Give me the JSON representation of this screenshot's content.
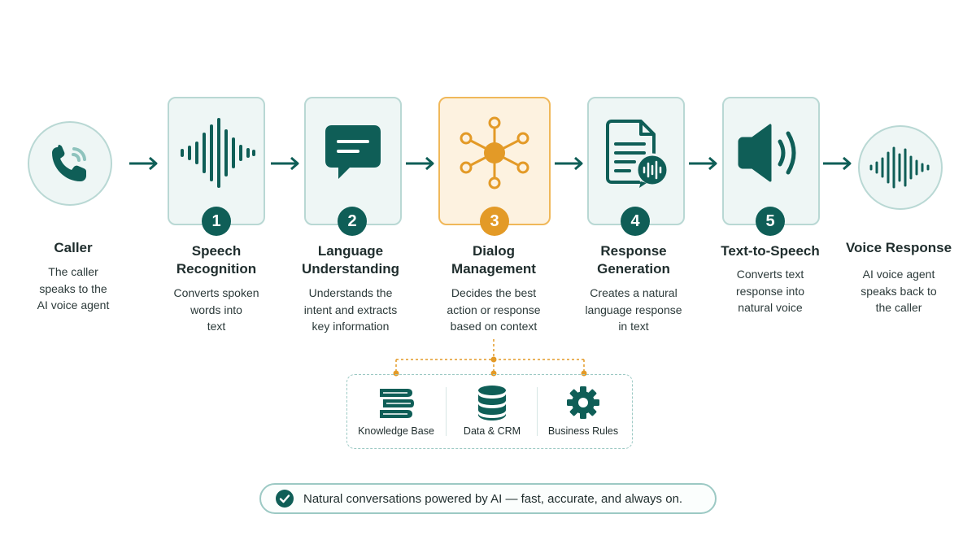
{
  "colors": {
    "primary": "#0f5e57",
    "accent": "#e39a27",
    "card_bg": "#eef6f5",
    "highlight_bg": "#fdf2e0"
  },
  "caller": {
    "icon": "phone-icon",
    "title": "Caller",
    "desc": [
      "The caller",
      "speaks to the",
      "AI voice agent"
    ]
  },
  "steps": [
    {
      "number": "1",
      "icon": "waveform-icon",
      "title": [
        "Speech",
        "Recognition"
      ],
      "desc": [
        "Converts spoken",
        "words into",
        "text"
      ]
    },
    {
      "number": "2",
      "icon": "chat-bubble-icon",
      "title": [
        "Language",
        "Understanding"
      ],
      "desc": [
        "Understands the",
        "intent and extracts",
        "key information"
      ]
    },
    {
      "number": "3",
      "icon": "network-hub-icon",
      "title": [
        "Dialog",
        "Management"
      ],
      "desc": [
        "Decides the best",
        "action or response",
        "based on context"
      ],
      "highlighted": true
    },
    {
      "number": "4",
      "icon": "document-audio-icon",
      "title": [
        "Response",
        "Generation"
      ],
      "desc": [
        "Creates a natural",
        "language response",
        "in text"
      ]
    },
    {
      "number": "5",
      "icon": "speaker-icon",
      "title": [
        "Text-to-Speech"
      ],
      "desc": [
        "Converts text",
        "response into",
        "natural voice"
      ]
    }
  ],
  "voice_response": {
    "icon": "waveform-icon",
    "title": "Voice Response",
    "desc": [
      "AI voice agent",
      "speaks back to",
      "the caller"
    ]
  },
  "resources": [
    {
      "icon": "books-icon",
      "label": "Knowledge Base"
    },
    {
      "icon": "database-icon",
      "label": "Data & CRM"
    },
    {
      "icon": "gear-icon",
      "label": "Business Rules"
    }
  ],
  "banner": {
    "icon": "check-icon",
    "text": "Natural conversations powered by AI — fast, accurate, and always on."
  }
}
